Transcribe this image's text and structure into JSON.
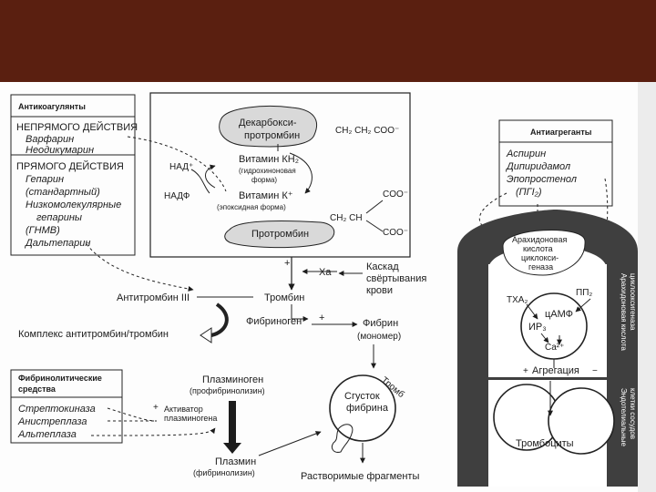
{
  "anticoag": {
    "title": "Антикоагулянты",
    "indirect_title": "НЕПРЯМОГО ДЕЙСТВИЯ",
    "indirect_items": [
      "Варфарин",
      "Неодикумарин"
    ],
    "direct_title": "ПРЯМОГО ДЕЙСТВИЯ",
    "direct_items": [
      "Гепарин",
      "(стандартный)",
      "Низкомолекулярные",
      "гепарины",
      "(ГНМВ)",
      "Дальтепарин"
    ]
  },
  "vitk": {
    "decarboxy": [
      "Декарбокси-",
      "протромбин"
    ],
    "chain1": "CH₂ CH₂ COO⁻",
    "nad_plus": "НАД⁺",
    "nadh": "НАДФ",
    "hydroquinone": "Витамин КН₂",
    "hydroquinone_form": [
      "(гидрохиноновая",
      "форма)"
    ],
    "epoxide": "Витамин К⁺",
    "epoxide_form": "(эпоксидная форма)",
    "coo_top": "COO⁻",
    "chain2": "CH₂ CH",
    "coo_bottom": "COO⁻",
    "prothrombin": "Протромбин"
  },
  "cascade": {
    "plus": "+",
    "xa": "Xa",
    "label": [
      "Каскад",
      "свёртывания",
      "крови"
    ],
    "antithrombin": "Антитромбин III",
    "thrombin": "Тромбин",
    "complex": "Комплекс антитромбин/тромбин",
    "fibrinogen": "Фибриноген",
    "fibrin_plus": "+",
    "fibrin": "Фибрин",
    "fibrin_monomer": "(мономер)",
    "thromb": "Тромб"
  },
  "fibrinolytic": {
    "title": [
      "Фибринолитические",
      "средства"
    ],
    "items": [
      "Стрептокиназа",
      "Анистреплаза",
      "Альтеплаза"
    ],
    "activator_plus": "+",
    "activator": [
      "Активатор",
      "плазминогена"
    ],
    "plasminogen": "Плазминоген",
    "profibrinolysin": "(профибринолизин)",
    "plasmin": "Плазмин",
    "fibrinolysin": "(фибринолизин)",
    "clot": [
      "Сгусток",
      "фибрина"
    ],
    "soluble": "Растворимые фрагменты"
  },
  "antiagg": {
    "title": "Антиагреганты",
    "items": [
      "Аспирин",
      "Дипиридамол",
      "Эпопростенол",
      "(ПГI₂)"
    ]
  },
  "platelet": {
    "arachidonic": [
      "Арахидоновая",
      "кислота",
      "циклокси-",
      "геназа"
    ],
    "txa2": "ТХА₂",
    "pp2": "ПП₂",
    "camp": "цАМФ",
    "ip3": "ИР₃",
    "ca": "Ca²⁺",
    "aggregation": "Агрегация",
    "agg_plus": "+",
    "agg_minus": "−",
    "platelets": "Тромбоциты",
    "side_top": [
      "Арахидоновая кислота",
      "циклооксигеназа"
    ],
    "side_bottom": [
      "Эндотелиальные",
      "клетки сосудов"
    ]
  }
}
